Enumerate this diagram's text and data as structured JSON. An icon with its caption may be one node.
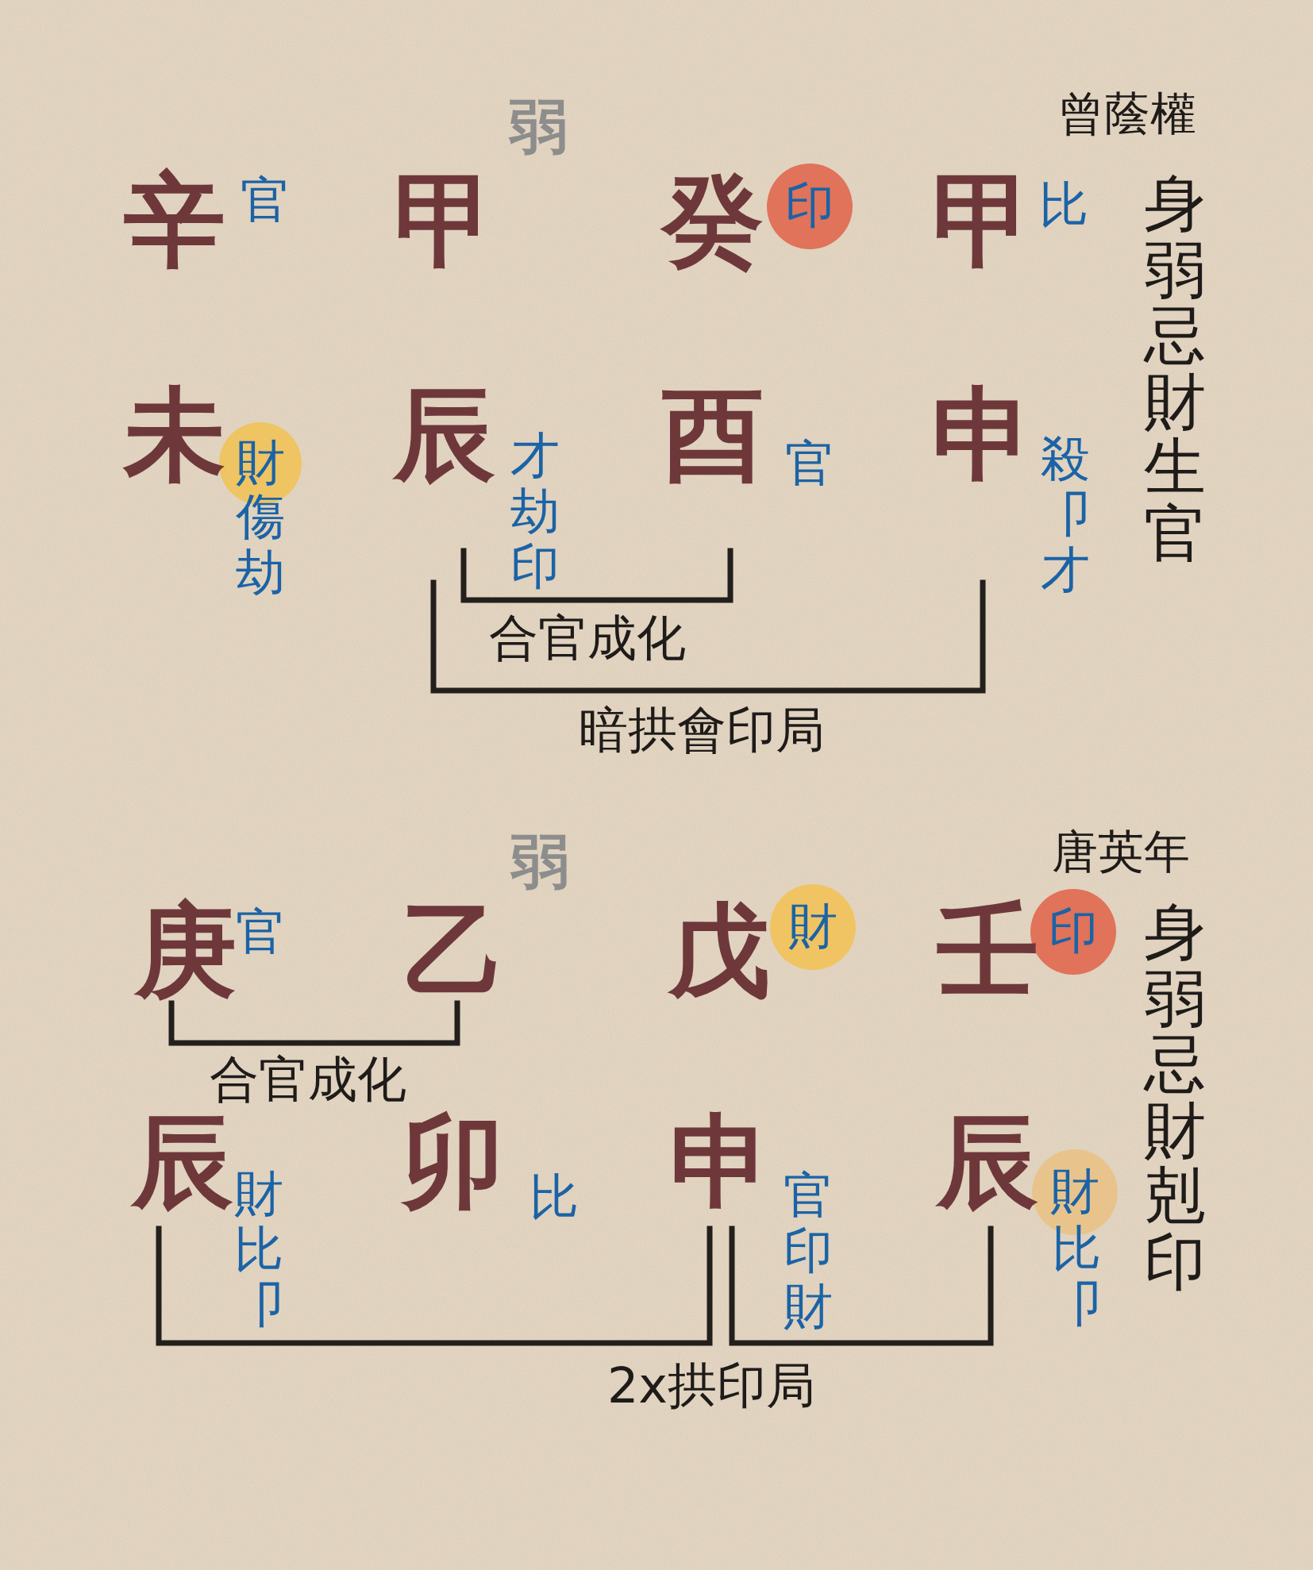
{
  "diagram": {
    "nodes": [
      {
        "text": [
          "印"
        ]
      },
      {
        "text": [
          "財"
        ],
        "beside": [
          "傷劫"
        ]
      },
      {
        "text": [
          "財"
        ]
      },
      {
        "text": [
          "印"
        ]
      },
      {
        "text": [
          "財"
        ],
        "beside": [
          "比卩"
        ]
      }
    ],
    "labels": [
      "弱",
      "曾蔭權",
      "辛",
      "官",
      "甲",
      "癸",
      "甲",
      "比",
      "身弱忌財生官",
      "未",
      "辰",
      "才劫印",
      "酉",
      "官",
      "申",
      "殺卩才",
      "合官成化",
      "暗拱會印局",
      "弱",
      "唐英年",
      "庚",
      "官",
      "乙",
      "戊",
      "壬",
      "身弱忌財剋印",
      "合官成化",
      "辰",
      "財比卩",
      "卯",
      "比",
      "申",
      "官印財",
      "辰",
      "2x拱印局"
    ]
  }
}
